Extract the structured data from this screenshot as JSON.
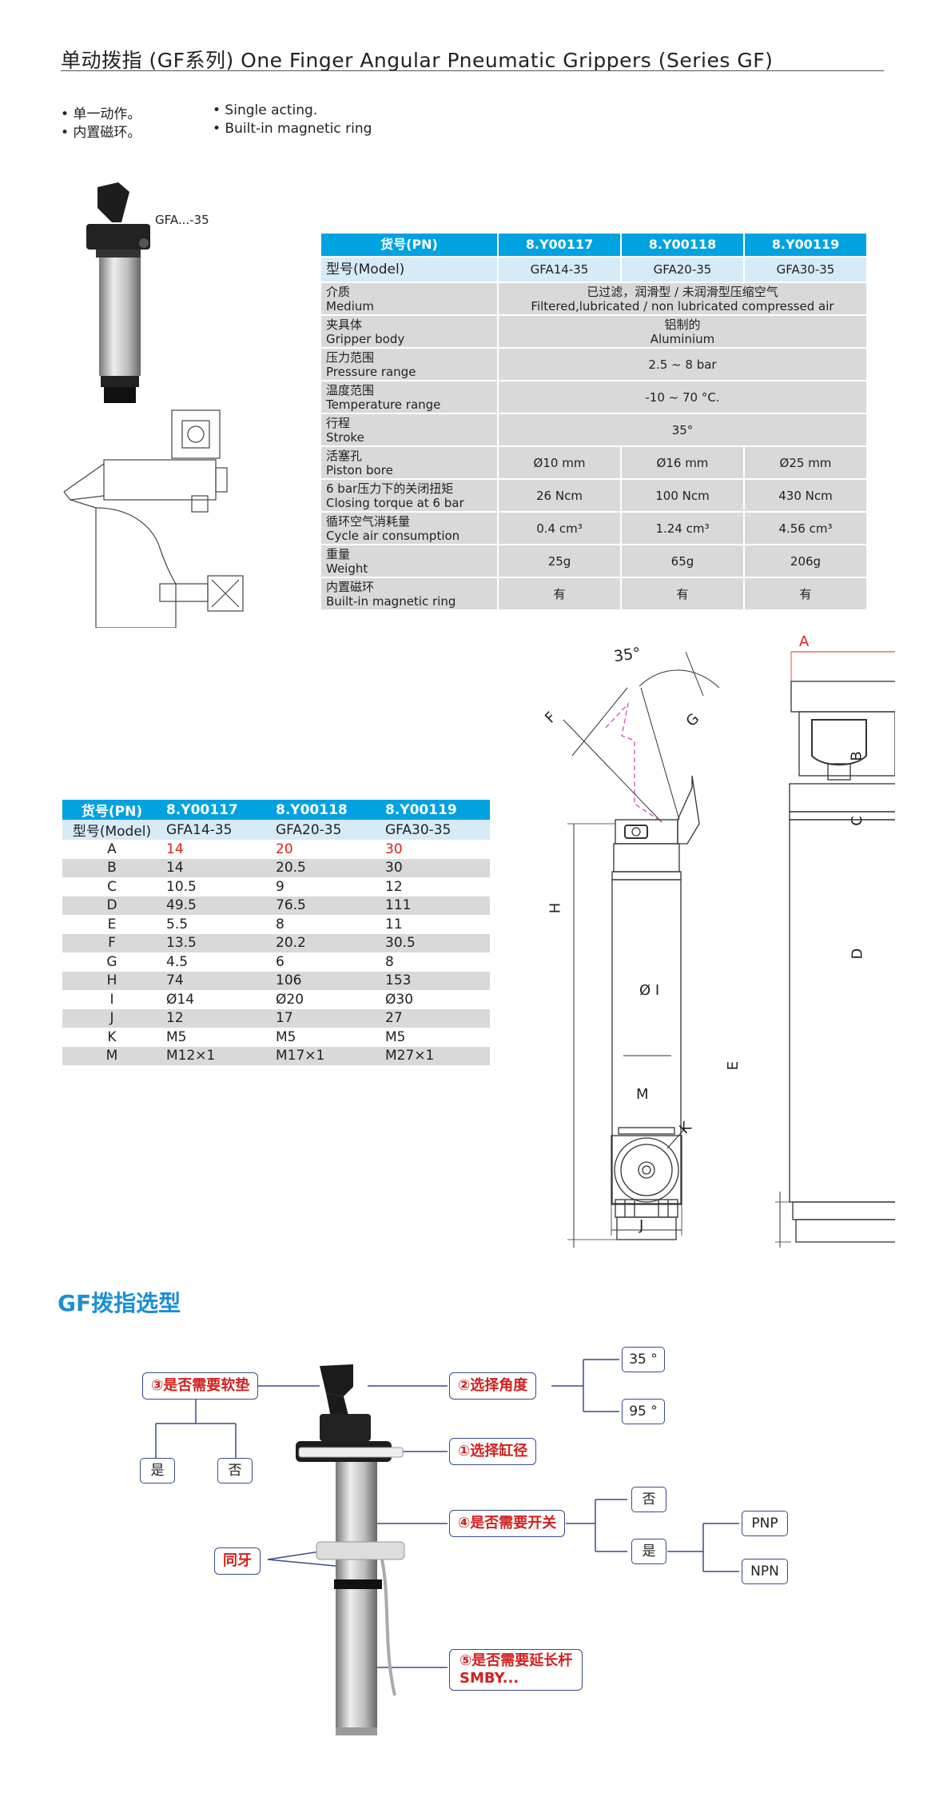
{
  "title": "单动拨指 (GF系列)    One Finger Angular Pneumatic Grippers  (Series GF)",
  "features": {
    "cn": [
      "• 单一动作。",
      "• 内置磁环。"
    ],
    "en": [
      "•  Single acting.",
      "•  Built-in magnetic ring"
    ]
  },
  "product_label": "GFA...-35",
  "spec_table": {
    "header": [
      "货号(PN)",
      "8.Y00117",
      "8.Y00118",
      "8.Y00119"
    ],
    "model": [
      "型号(Model)",
      "GFA14-35",
      "GFA20-35",
      "GFA30-35"
    ],
    "rows": [
      {
        "cn": "介质",
        "en": "Medium",
        "span": "已过滤，润滑型 / 未润滑型压缩空气\nFiltered,lubricated / non lubricated compressed air"
      },
      {
        "cn": "夹具体",
        "en": "Gripper body",
        "span": "铝制的\nAluminium"
      },
      {
        "cn": "压力范围",
        "en": "Pressure range",
        "span": "2.5 ~ 8 bar"
      },
      {
        "cn": "温度范围",
        "en": "Temperature range",
        "span": "-10 ~ 70 °C."
      },
      {
        "cn": "行程",
        "en": "Stroke",
        "span": "35°"
      },
      {
        "cn": "活塞孔",
        "en": "Piston bore",
        "vals": [
          "Ø10 mm",
          "Ø16 mm",
          "Ø25 mm"
        ]
      },
      {
        "cn": "6 bar压力下的关闭扭矩",
        "en": "Closing torque at 6 bar",
        "vals": [
          "26 Ncm",
          "100 Ncm",
          "430 Ncm"
        ]
      },
      {
        "cn": "循环空气消耗量",
        "en": "Cycle air consumption",
        "vals": [
          "0.4 cm³",
          "1.24 cm³",
          "4.56 cm³"
        ]
      },
      {
        "cn": "重量",
        "en": "Weight",
        "vals": [
          "25g",
          "65g",
          "206g"
        ]
      },
      {
        "cn": "内置磁环",
        "en": "Built-in magnetic ring",
        "vals": [
          "有",
          "有",
          "有"
        ]
      }
    ]
  },
  "dim_table": {
    "header": [
      "货号(PN)",
      "8.Y00117",
      "8.Y00118",
      "8.Y00119"
    ],
    "model": [
      "型号(Model)",
      "GFA14-35",
      "GFA20-35",
      "GFA30-35"
    ],
    "rows": [
      [
        "A",
        "14",
        "20",
        "30"
      ],
      [
        "B",
        "14",
        "20.5",
        "30"
      ],
      [
        "C",
        "10.5",
        "9",
        "12"
      ],
      [
        "D",
        "49.5",
        "76.5",
        "111"
      ],
      [
        "E",
        "5.5",
        "8",
        "11"
      ],
      [
        "F",
        "13.5",
        "20.2",
        "30.5"
      ],
      [
        "G",
        "4.5",
        "6",
        "8"
      ],
      [
        "H",
        "74",
        "106",
        "153"
      ],
      [
        "I",
        "Ø14",
        "Ø20",
        "Ø30"
      ],
      [
        "J",
        "12",
        "17",
        "27"
      ],
      [
        "K",
        "M5",
        "M5",
        "M5"
      ],
      [
        "M",
        "M12×1",
        "M17×1",
        "M27×1"
      ]
    ]
  },
  "drawing_labels": {
    "angle": "35°",
    "F": "F",
    "G": "G",
    "H": "H",
    "I": "Ø I",
    "M": "M",
    "A": "A",
    "B": "B",
    "C": "C",
    "D": "D",
    "E": "E",
    "K": "K",
    "J": "J"
  },
  "selection": {
    "title": "GF拨指选型",
    "q1": "①选择缸径",
    "q2": "②选择角度",
    "q3": "③是否需要软垫",
    "q4": "④是否需要开关",
    "q5_line1": "⑤是否需要延长杆",
    "q5_line2": "SMBY...",
    "thread": "同牙",
    "angle_35": "35 °",
    "angle_95": "95 °",
    "pad_yes": "是",
    "pad_no": "否",
    "switch_no": "否",
    "switch_yes": "是",
    "pnp": "PNP",
    "npn": "NPN"
  },
  "colors": {
    "accent_blue": "#00a2e0",
    "light_blue": "#d6eaf7",
    "gray_row": "#d9d9d9",
    "red": "#d21f1f",
    "title_blue": "#1a8fd6"
  }
}
